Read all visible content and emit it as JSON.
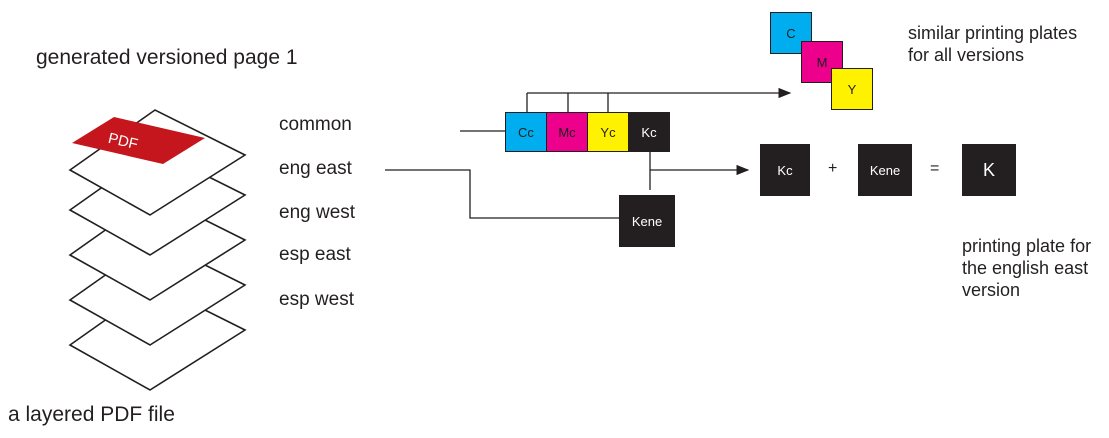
{
  "title": "generated versioned page 1",
  "caption": "a layered PDF file",
  "pdf_label": "PDF",
  "layers": [
    "common",
    "eng east",
    "eng west",
    "esp east",
    "esp west"
  ],
  "plates": {
    "common": [
      "Cc",
      "Mc",
      "Yc",
      "Kc"
    ],
    "version": "Kene",
    "shared": [
      "C",
      "M",
      "Y"
    ]
  },
  "equation": {
    "a": "Kc",
    "plus": "+",
    "b": "Kene",
    "equals": "=",
    "result": "K"
  },
  "notes": {
    "similar": "similar printing plates for all versions",
    "english": "printing plate for the english east version"
  },
  "colors": {
    "cyan": "#00aeef",
    "magenta": "#ec008c",
    "yellow": "#fff200",
    "black": "#231f20",
    "pdf_red": "#c4161c"
  }
}
